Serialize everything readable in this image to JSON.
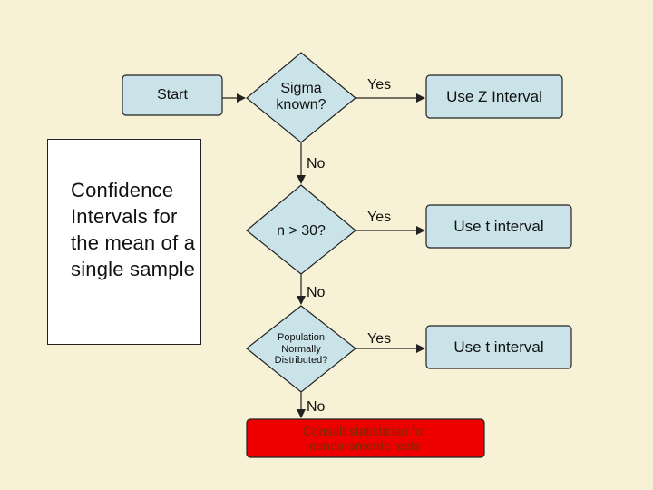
{
  "title": "Confidence Intervals for the mean of a single sample",
  "nodes": {
    "start": "Start",
    "sigma": "Sigma known?",
    "n30": "n > 30?",
    "normal": "Population Normally Distributed?",
    "z_interval": "Use Z Interval",
    "t_interval_1": "Use t interval",
    "t_interval_2": "Use t interval",
    "consult": "Consult statistician for nonparametric tests"
  },
  "edges": {
    "yes_1": "Yes",
    "yes_2": "Yes",
    "yes_3": "Yes",
    "no_1": "No",
    "no_2": "No",
    "no_3": "No"
  },
  "colors": {
    "background": "#f7f2d6",
    "box_fill": "#c9e3e8",
    "consult_fill": "#ee0000",
    "line": "#222222"
  }
}
